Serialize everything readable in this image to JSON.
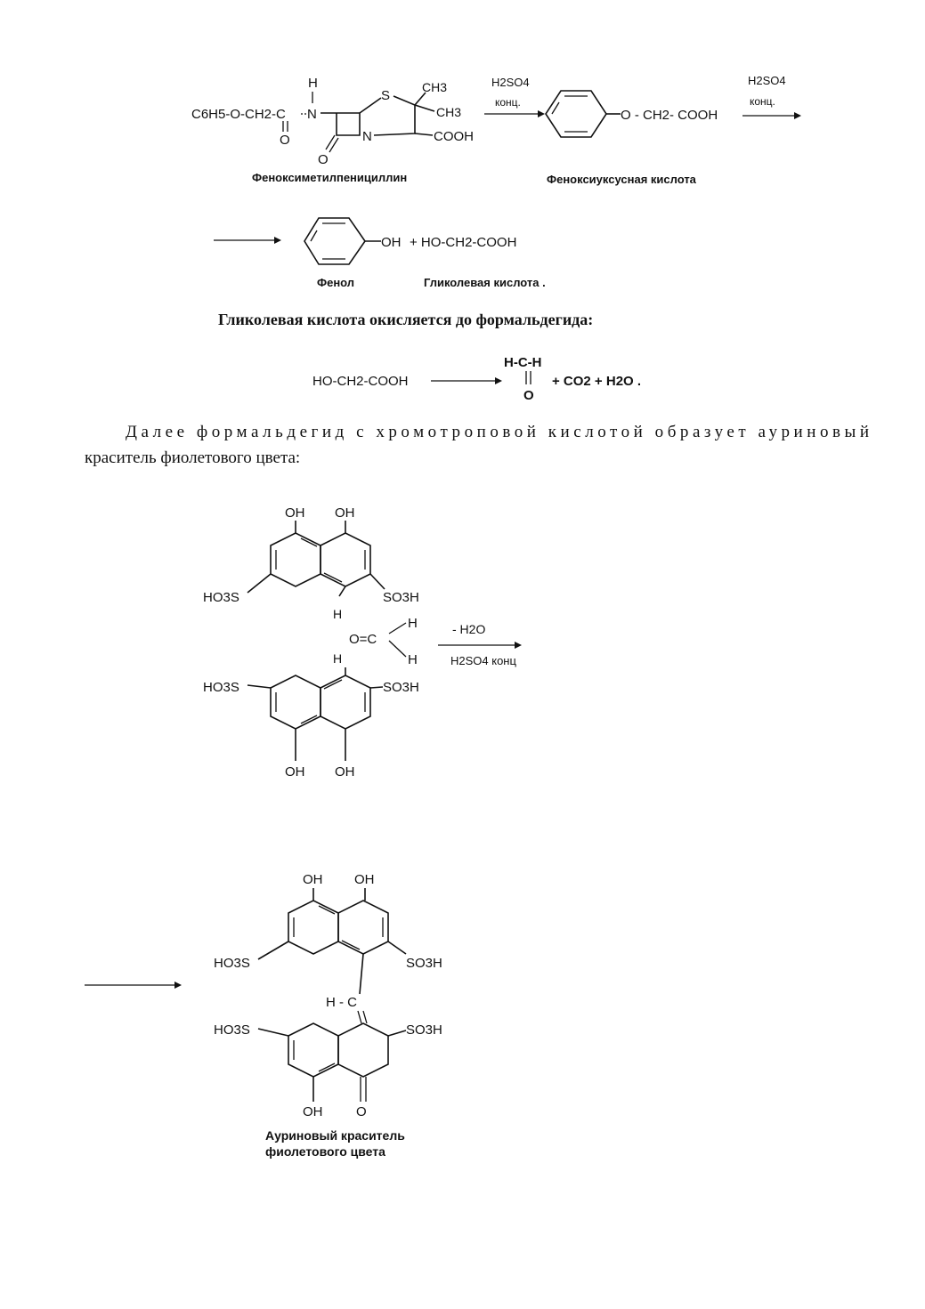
{
  "reaction1": {
    "penicillin": {
      "chain": "C6H5-O-CH2-C",
      "n": "N",
      "h": "H",
      "s": "S",
      "ch3_a": "CH3",
      "ch3_b": "CH3",
      "o_carbonyl": "O",
      "o_lactam": "O",
      "n_ring": "N",
      "cooh": "COOH",
      "name": "Феноксиметилпенициллин"
    },
    "arrow1": {
      "top": "H2SO4",
      "bottom": "конц."
    },
    "phenoxyacetic": {
      "formula": "O - CH2- COOH",
      "name": "Феноксиуксусная кислота"
    },
    "arrow2": {
      "top": "H2SO4",
      "bottom": "конц."
    },
    "phenol": {
      "oh": "OH",
      "plus_glycolic": "+ HO-CH2-COOH",
      "name": "Фенол"
    },
    "glycolic": {
      "name": "Гликолевая кислота ."
    }
  },
  "text1": "Гликолевая кислота окисляется до формальдегида:",
  "reaction2": {
    "left": "HO-CH2-COOH",
    "formaldehyde_top": "H-C-H",
    "formaldehyde_o": "O",
    "products": "+ CO2 + H2O ."
  },
  "text2_line1": "Далее формальдегид с хромотроповой кислотой образует ауриновый",
  "text2_line2": "краситель фиолетового цвета:",
  "reaction3": {
    "top_oh1": "OH",
    "top_oh2": "OH",
    "top_left": "HO3S",
    "top_right": "SO3H",
    "top_h": "H",
    "formaldehyde": "O=C",
    "f_h1": "H",
    "f_h2": "H",
    "bottom_h": "H",
    "bottom_left": "HO3S",
    "bottom_right": "SO3H",
    "bottom_oh1": "OH",
    "bottom_oh2": "OH",
    "arrow_top": "- H2O",
    "arrow_bottom": "H2SO4 конц"
  },
  "product": {
    "oh1": "OH",
    "oh2": "OH",
    "top_left": "HO3S",
    "top_right": "SO3H",
    "bridge": "H - C",
    "bottom_left": "HO3S",
    "bottom_right": "SO3H",
    "bottom_oh": "OH",
    "bottom_o": "O",
    "name_line1": "Ауриновый краситель",
    "name_line2": "фиолетового цвета"
  }
}
